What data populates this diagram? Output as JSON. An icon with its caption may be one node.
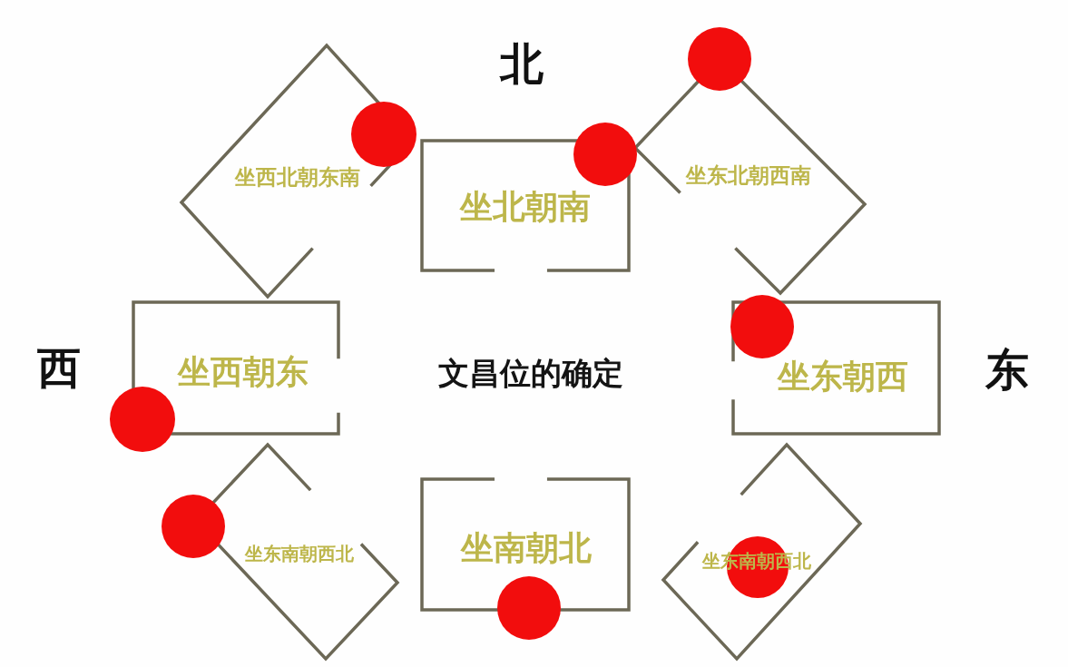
{
  "diagram": {
    "title": "文昌位的确定",
    "nodes": [
      {
        "text": [
          "坐西北朝东南"
        ]
      },
      {
        "text": [
          "坐北朝南"
        ]
      },
      {
        "text": [
          "坐东北朝西南"
        ]
      },
      {
        "text": [
          "坐西朝东"
        ]
      },
      {
        "text": [
          "坐东朝西"
        ]
      },
      {
        "text": [
          "坐东南朝西北"
        ]
      },
      {
        "text": [
          "坐南朝北"
        ]
      },
      {
        "text": [
          "坐东南朝西北"
        ]
      }
    ],
    "labels": [
      "北",
      "西",
      "东"
    ]
  }
}
